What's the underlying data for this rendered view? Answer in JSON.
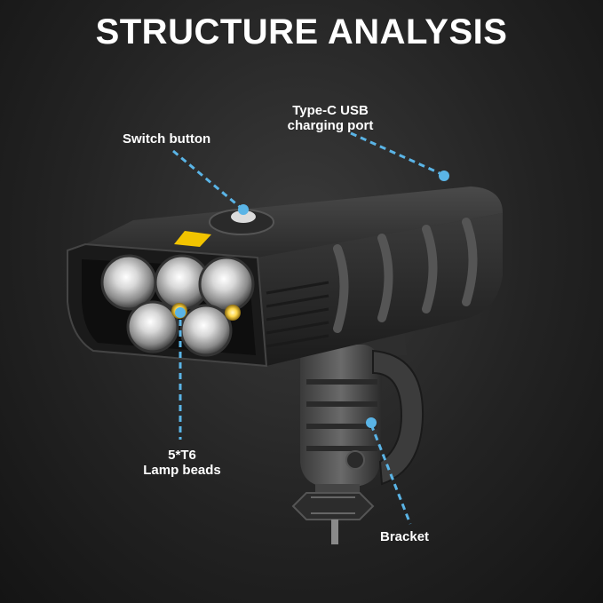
{
  "title": "STRUCTURE ANALYSIS",
  "labels": {
    "switch_button": "Switch button",
    "usb_port_line1": "Type-C USB",
    "usb_port_line2": "charging port",
    "lamp_beads_line1": "5*T6",
    "lamp_beads_line2": "Lamp beads",
    "bracket": "Bracket"
  },
  "colors": {
    "background": "#1e1e1e",
    "title_text": "#ffffff",
    "callout_line": "#5ab4e6",
    "callout_dot": "#5ab4e6",
    "lamp_body": "#2b2b2b",
    "warning_sticker": "#f2c400"
  }
}
